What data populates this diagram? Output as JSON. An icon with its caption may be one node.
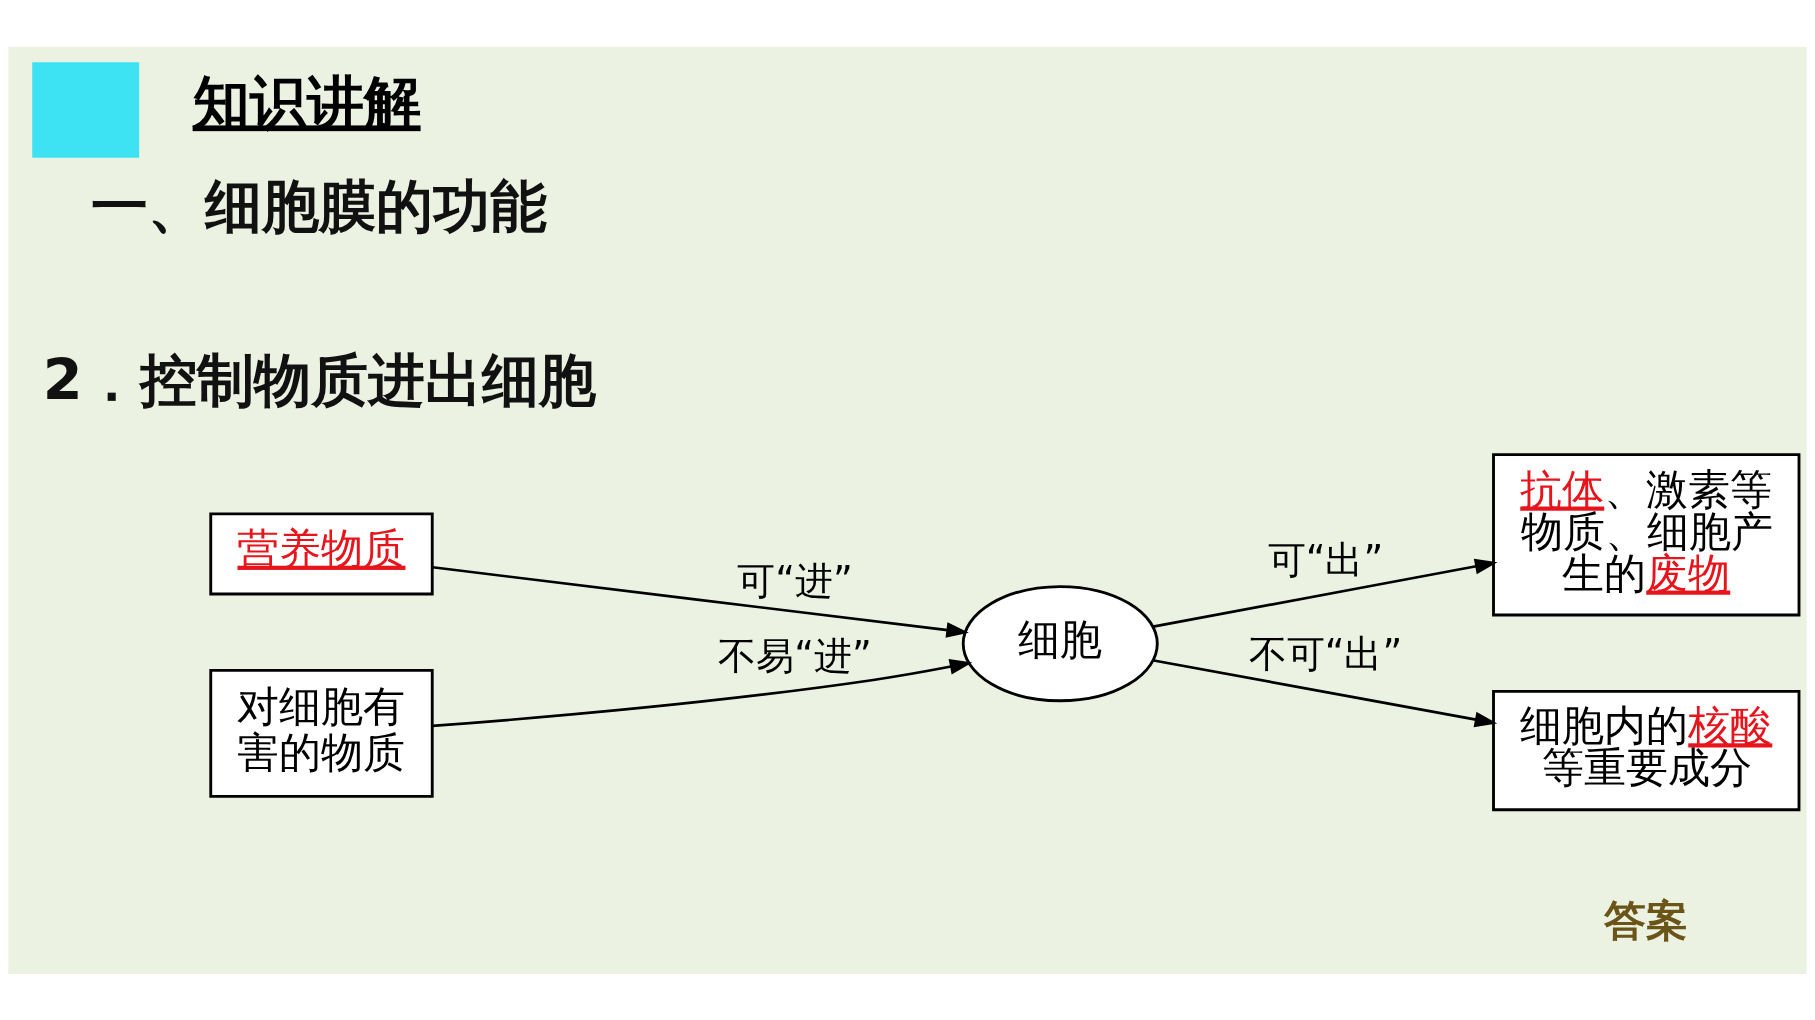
{
  "diagram": {
    "title": "知识讲解",
    "nodes": [
      {
        "text": [
          "营养物质"
        ]
      },
      {
        "text": [
          "对细胞有害的物质"
        ]
      },
      {
        "text": [
          "细胞"
        ]
      },
      {
        "text": [
          "抗体、激素等物质、细胞产生的废物"
        ]
      },
      {
        "text": [
          "细胞内的核酸等重要成分"
        ]
      }
    ],
    "edges": [
      {
        "from": 0,
        "to": 2,
        "arrow": "to",
        "label": "可“进”"
      },
      {
        "from": 1,
        "to": 2,
        "arrow": "to",
        "label": "不易“进”"
      },
      {
        "from": 2,
        "to": 3,
        "arrow": "to",
        "label": "可“出”"
      },
      {
        "from": 2,
        "to": 4,
        "arrow": "to",
        "label": "不可“出”"
      }
    ],
    "labels": [
      "一、细胞膜的功能",
      "2．控制物质进出细胞",
      "答案"
    ]
  }
}
